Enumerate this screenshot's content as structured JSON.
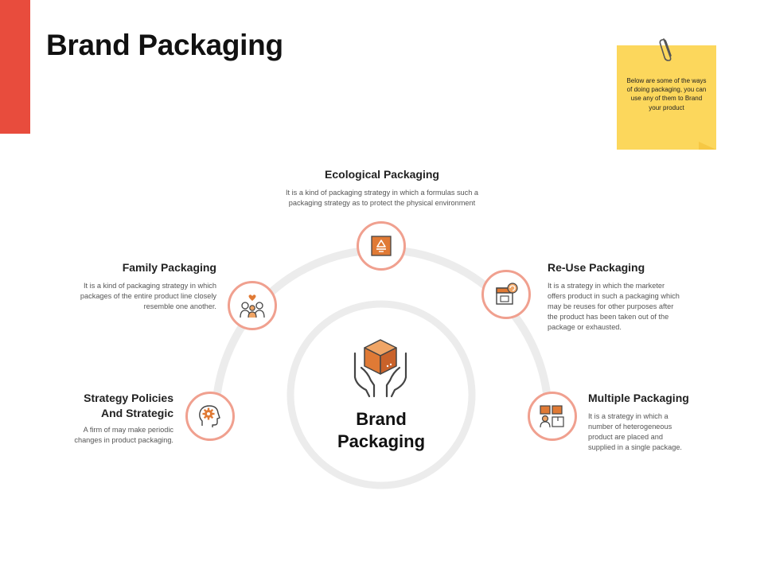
{
  "title": "Brand Packaging",
  "sticky_note": "Below are some of the ways of doing packaging, you can use any of them to Brand your product",
  "center": {
    "label_line1": "Brand",
    "label_line2": "Packaging",
    "icon": "hands-holding-box-icon"
  },
  "colors": {
    "accent": "#e84c3d",
    "ring": "#f0a08f",
    "icon_orange": "#e07a35",
    "arc": "#ececec",
    "sticky": "#fcd75c"
  },
  "items": [
    {
      "title": "Ecological Packaging",
      "desc_line1": "It is a kind of packaging strategy in which a formulas such a",
      "desc_line2": "packaging strategy as to protect the physical environment",
      "icon": "recycle-box-icon"
    },
    {
      "title": "Family Packaging",
      "desc_line1": "It is a kind of packaging strategy in which",
      "desc_line2": "packages of the entire product line closely",
      "desc_line3": "resemble one another.",
      "icon": "family-icon"
    },
    {
      "title": "Re-Use Packaging",
      "desc_line1": "It is a strategy in which the marketer",
      "desc_line2": "offers product in such a packaging which",
      "desc_line3": "may be reuses for other purposes after",
      "desc_line4": "the product has been taken out of the",
      "desc_line5": "package or exhausted.",
      "icon": "reuse-box-icon"
    },
    {
      "title_line1": "Strategy Policies",
      "title_line2": "And Strategic",
      "desc_line1": "A firm of may make periodic",
      "desc_line2": "changes in product packaging.",
      "icon": "head-gear-icon"
    },
    {
      "title": "Multiple Packaging",
      "desc_line1": "It is a strategy in which a",
      "desc_line2": "number of heterogeneous",
      "desc_line3": "product are placed and",
      "desc_line4": "supplied in a single package.",
      "icon": "person-boxes-icon"
    }
  ]
}
